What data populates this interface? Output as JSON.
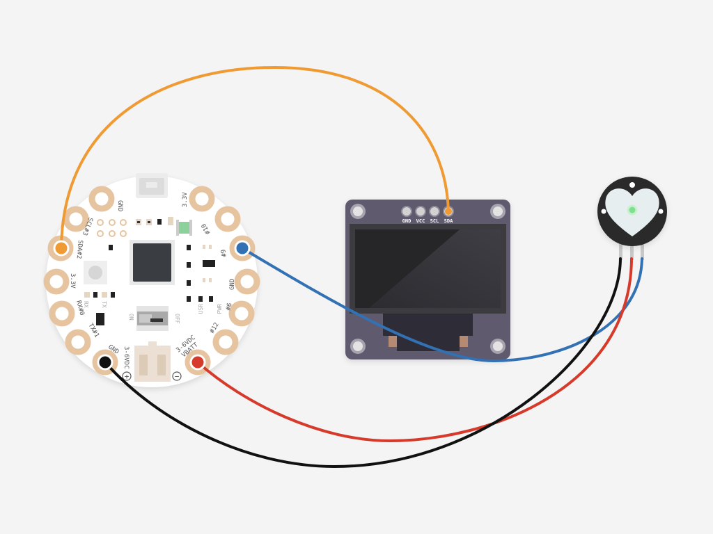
{
  "board": {
    "pins": {
      "gnd_top": "GND",
      "v33_top": "3.3V",
      "sda2": "SDA#2",
      "scl3": "SCL#3",
      "v33_left": "3.3V",
      "rx0": "RX#0",
      "tx1": "TX#1",
      "gnd_bottom": "GND",
      "vin": "3-6VDC",
      "vbatt_1": "3-6VDC",
      "vbatt_2": "VBATT",
      "p12": "#12",
      "p6": "#6",
      "gnd_right": "GND",
      "p9": "#9",
      "p10": "#10"
    },
    "leds": {
      "rx": "RX",
      "tx": "TX",
      "usr": "USR",
      "pwr": "PWR"
    },
    "switch": {
      "on": "ON",
      "off": "OFF"
    },
    "polarity": {
      "plus": "+",
      "minus": "−"
    }
  },
  "oled": {
    "pins": [
      "GND",
      "VCC",
      "SCL",
      "SDA"
    ]
  },
  "colors": {
    "wire_orange": "#ef9a33",
    "wire_blue": "#3271b4",
    "wire_red": "#d63a2b",
    "wire_black": "#111111",
    "board_body": "#ffffff",
    "pad_copper": "#e6c4a0",
    "oled_pcb": "#5e5a6e",
    "sensor_body": "#2a2a2a",
    "sensor_heart": "#e6eef0",
    "sensor_led": "#7de08e"
  }
}
